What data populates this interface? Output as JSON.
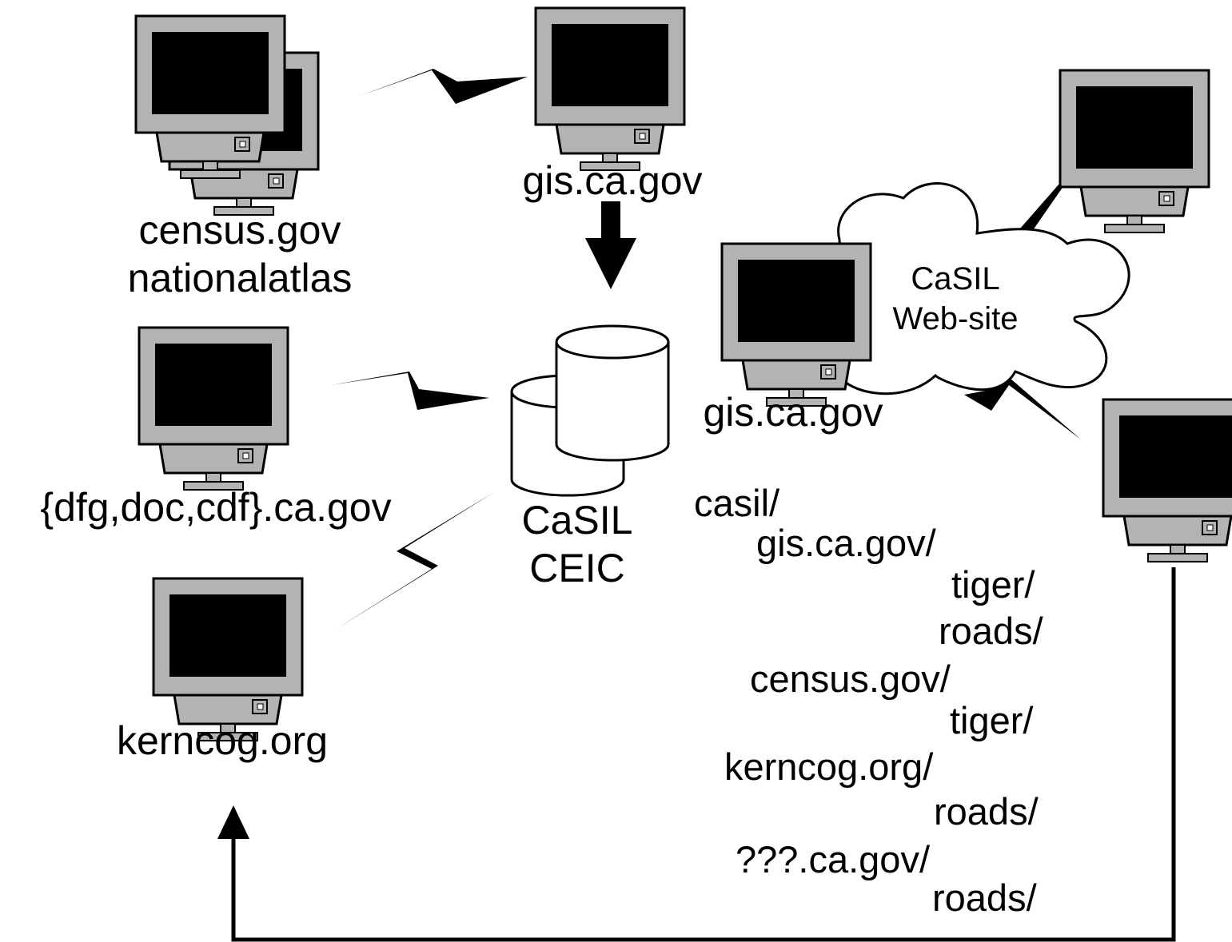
{
  "colors": {
    "monitor_bezel": "#b3b3b3",
    "screen": "#000000",
    "line": "#000000",
    "background": "#ffffff"
  },
  "labels": {
    "census": [
      "census.gov",
      "nationalatlas"
    ],
    "gis_top": "gis.ca.gov",
    "dfg": "{dfg,doc,cdf}.ca.gov",
    "kerncog": "kerncog.org",
    "casil_ceic": [
      "CaSIL",
      "CEIC"
    ],
    "cloud": [
      "CaSIL",
      "Web-site"
    ],
    "gis_mid": "gis.ca.gov"
  },
  "path_tree": [
    "casil/",
    "gis.ca.gov/",
    "tiger/",
    "roads/",
    "census.gov/",
    "tiger/",
    "kerncog.org/",
    "roads/",
    "???.ca.gov/",
    "roads/"
  ],
  "icons": {
    "monitor": "monitor-icon",
    "database": "database-icon",
    "cloud": "cloud-icon",
    "link": "lightning-link-icon",
    "arrow": "arrow-icon"
  }
}
